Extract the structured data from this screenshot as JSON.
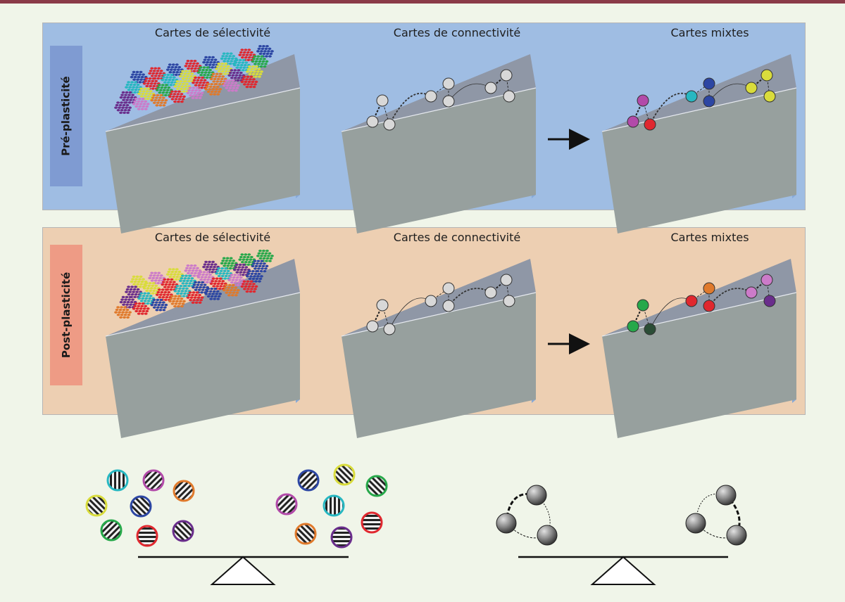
{
  "panels": {
    "pre": {
      "label": "Pré-plasticité",
      "titles": {
        "selectivity": "Cartes de sélectivité",
        "connectivity": "Cartes de connectivité",
        "mixed": "Cartes mixtes"
      }
    },
    "post": {
      "label": "Post-plasticité",
      "titles": {
        "selectivity": "Cartes de sélectivité",
        "connectivity": "Cartes de connectivité",
        "mixed": "Cartes mixtes"
      }
    }
  },
  "colors": {
    "header_rule": "#8a3b48",
    "pre_panel": "#9fbde3",
    "pre_tag": "#7f9bd2",
    "post_panel": "#edcfb2",
    "post_tag": "#ee9b85",
    "block_top": "#8f97a6",
    "block_front": "#97a09e",
    "block_side": "#86a9d8",
    "background": "#f0f5e9"
  },
  "cluster_colors": {
    "red": "#e0282f",
    "blue": "#2c46a3",
    "cyan": "#27b7c1",
    "green": "#27a84a",
    "yellow": "#d9dc3c",
    "purple": "#6a2e8c",
    "pink": "#cc7bc9",
    "orange": "#e07a2c",
    "magenta": "#b24aa9",
    "darkgreen": "#2b4d36"
  },
  "pre_selectivity_rows": [
    [
      "blue",
      "red",
      "blue",
      "red",
      "blue",
      "cyan",
      "red",
      "blue"
    ],
    [
      "cyan",
      "red",
      "cyan",
      "yellow",
      "green",
      "yellow",
      "cyan",
      "green"
    ],
    [
      "purple",
      "yellow",
      "green",
      "yellow",
      "red",
      "orange",
      "purple",
      "yellow"
    ],
    [
      "purple",
      "pink",
      "orange",
      "red",
      "pink",
      "orange",
      "pink",
      "red"
    ]
  ],
  "post_selectivity_rows": [
    [
      "yellow",
      "pink",
      "yellow",
      "pink",
      "purple",
      "green",
      "green",
      "green"
    ],
    [
      "purple",
      "yellow",
      "red",
      "cyan",
      "pink",
      "cyan",
      "purple",
      "blue"
    ],
    [
      "purple",
      "cyan",
      "red",
      "cyan",
      "blue",
      "red",
      "pink",
      "blue"
    ],
    [
      "orange",
      "red",
      "blue",
      "orange",
      "red",
      "blue",
      "orange",
      "red"
    ]
  ],
  "pre_mixed_colors": [
    "magenta",
    "magenta",
    "red",
    "cyan",
    "blue",
    "blue",
    "yellow",
    "yellow",
    "yellow"
  ],
  "post_mixed_colors": [
    "green",
    "green",
    "darkgreen",
    "red",
    "orange",
    "red",
    "pink",
    "pink",
    "purple"
  ],
  "balance_left_rings": [
    "cyan",
    "magenta",
    "orange",
    "yellow",
    "blue",
    "green",
    "red",
    "purple",
    "blue",
    "yellow",
    "green",
    "magenta",
    "cyan",
    "orange",
    "purple",
    "red"
  ]
}
